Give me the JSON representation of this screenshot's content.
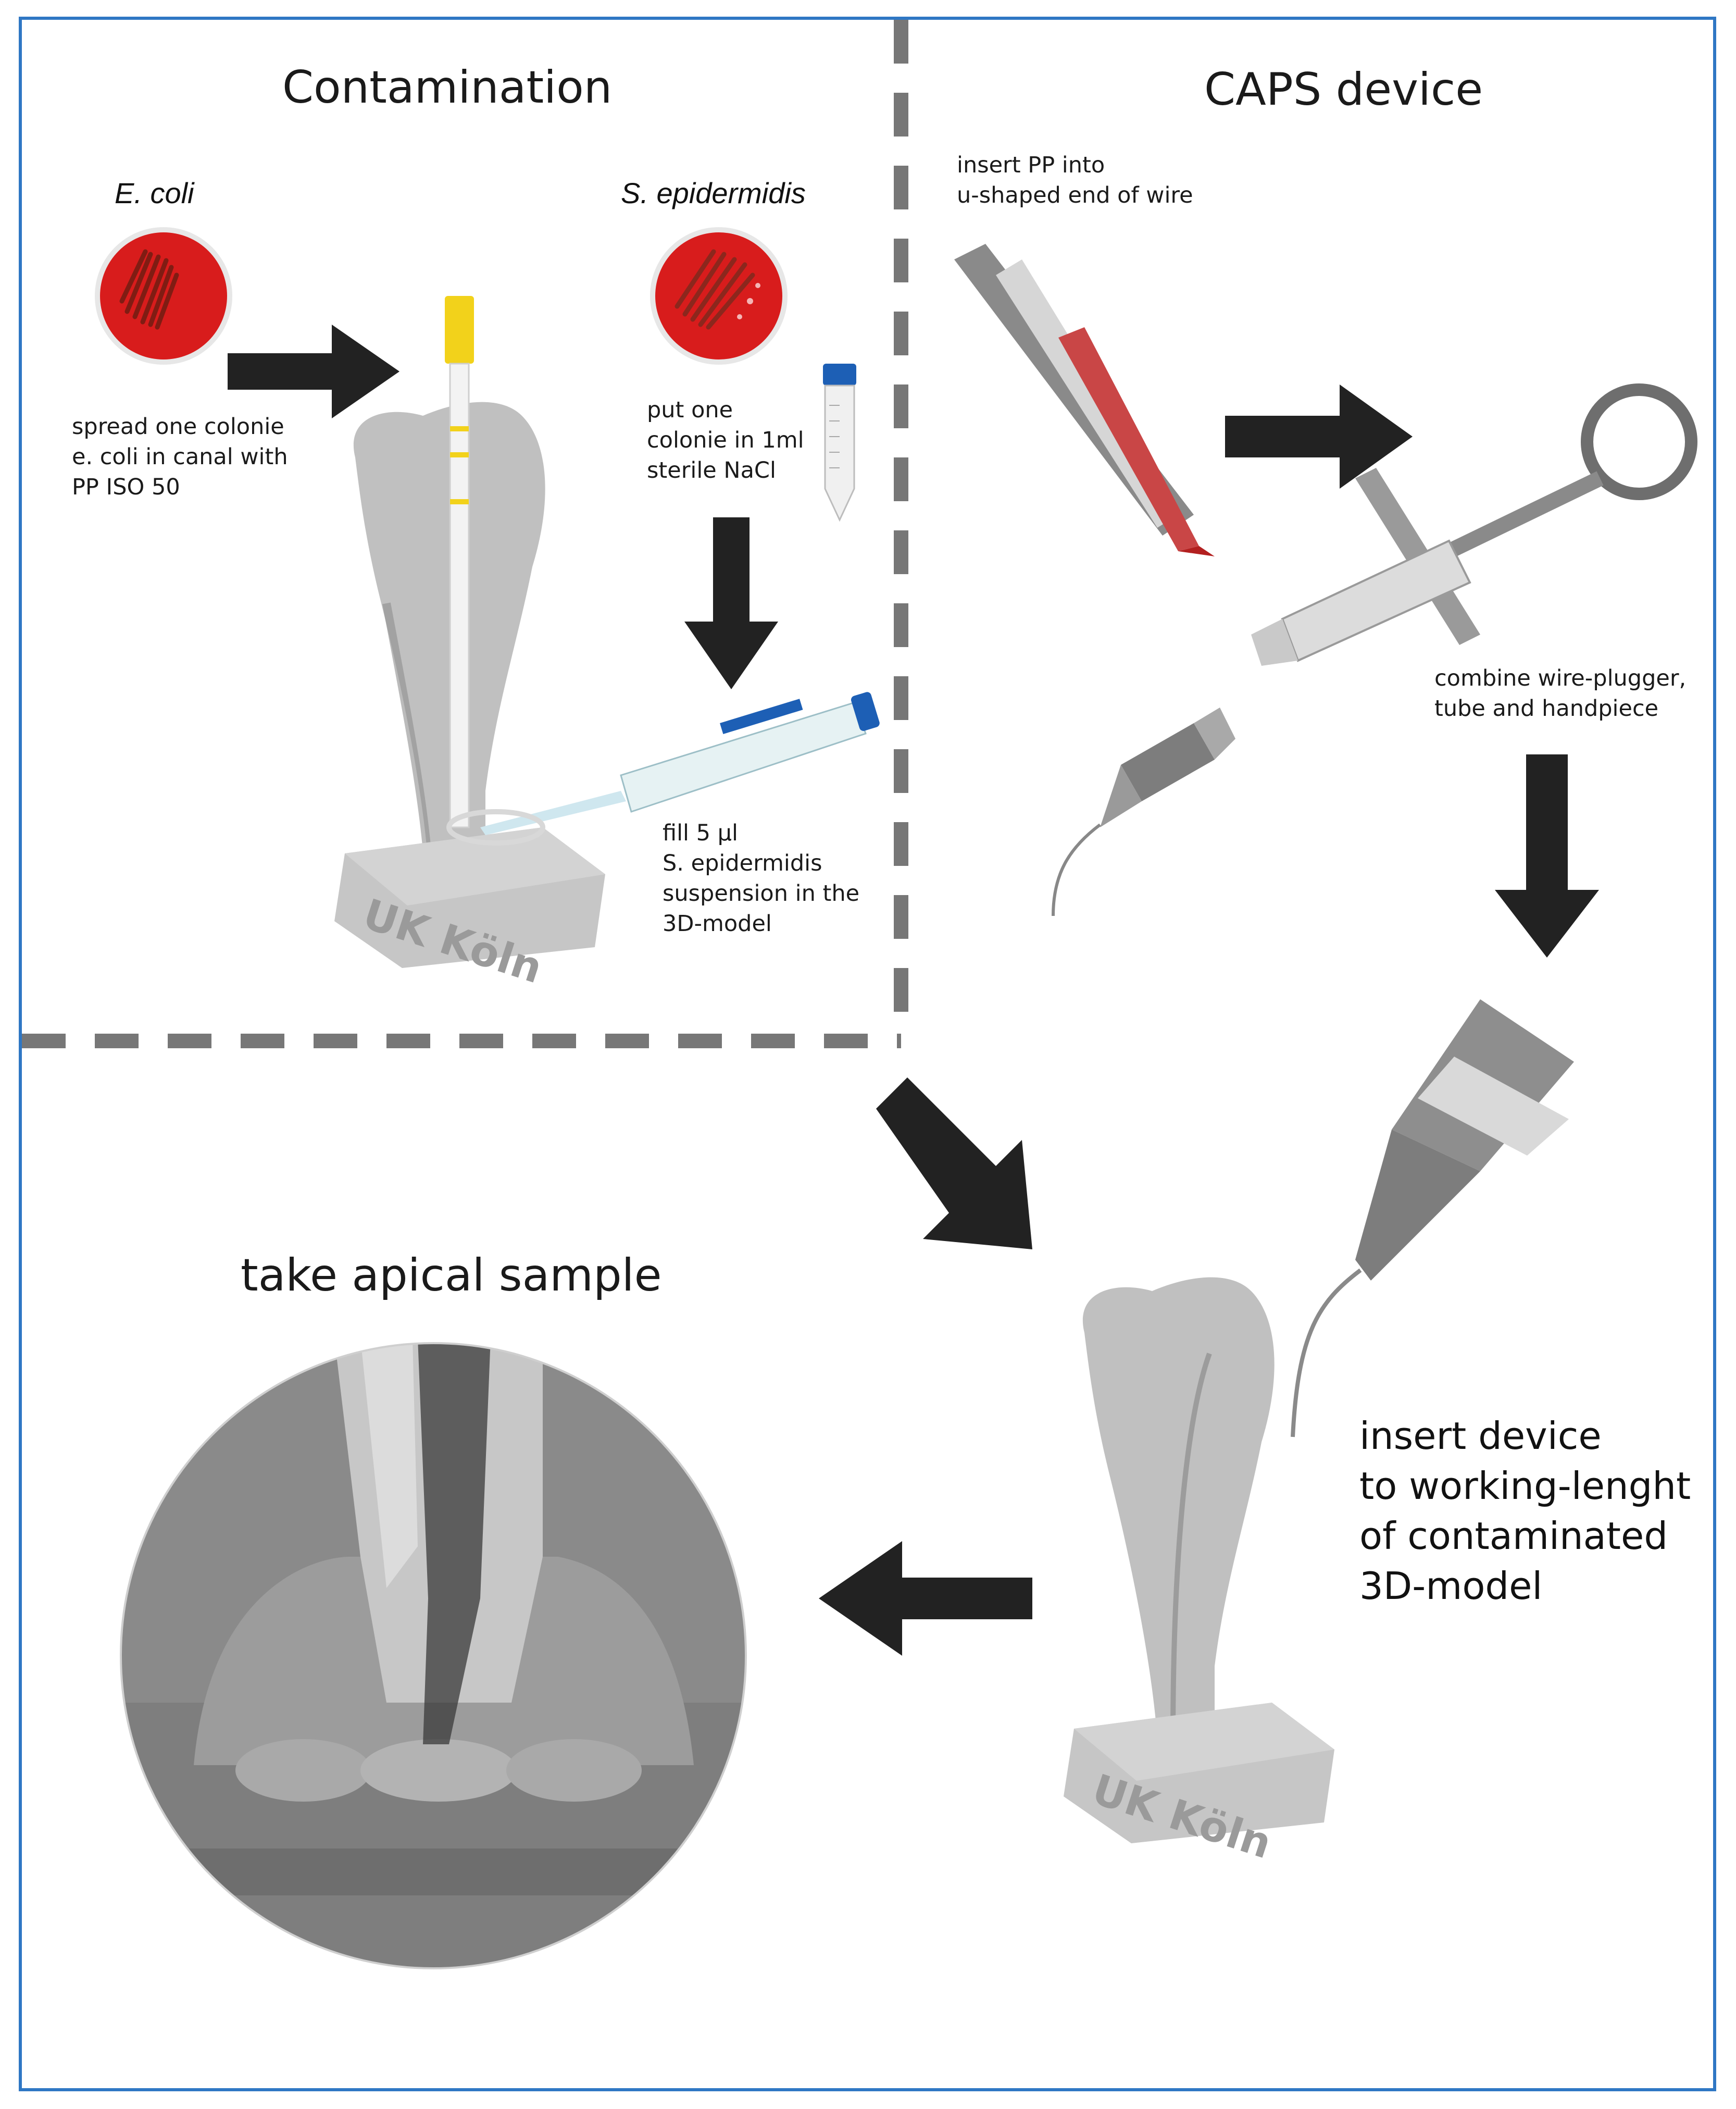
{
  "sections": {
    "contamination": "Contamination",
    "caps_device": "CAPS device",
    "take_apical_sample": "take apical sample"
  },
  "species": {
    "e_coli": "E. coli",
    "s_epidermidis": "S. epidermidis"
  },
  "steps": {
    "spread_colonie": "spread one colonie\ne. coli in canal with\nPP ISO 50",
    "put_colonie": "put one\ncolonie in 1ml\nsterile NaCl",
    "fill": "fill 5 µl\nS. epidermidis\nsuspension in the\n3D-model",
    "insert_pp": "insert PP into\nu-shaped end of wire",
    "combine": "combine wire-plugger,\ntube and handpiece",
    "insert_device": "insert device\nto working-lenght\nof contaminated\n3D-model"
  },
  "model_stamp": "UK Köln",
  "colors": {
    "frame_border": "#2f77c4",
    "arrow": "#222222",
    "divider_dash": "#777777",
    "petri_agar": "#d81c1c",
    "tube_cap": "#1d5fb5",
    "pp_tip_yellow": "#f2d21b"
  },
  "icons": [
    "petri-dish-icon",
    "falcon-tube-icon",
    "micropipette-icon",
    "paper-point-icon",
    "syringe-handpiece-icon",
    "wire-plugger-icon",
    "tooth-model-icon"
  ]
}
